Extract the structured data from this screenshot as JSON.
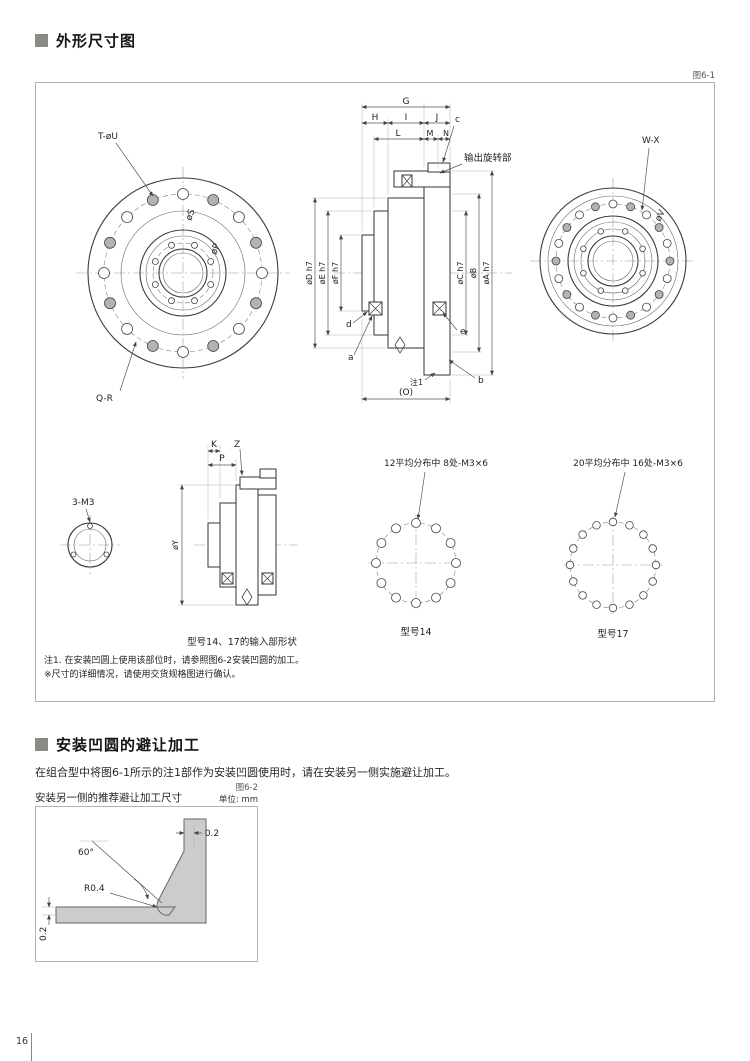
{
  "page": {
    "number": "16"
  },
  "sec1": {
    "title": "外形尺寸图",
    "fig_tag": "图6-1",
    "left_view": {
      "tu": "T-øU",
      "s": "øS",
      "p": "øP",
      "qr": "Q-R"
    },
    "section_view": {
      "g": "G",
      "h": "H",
      "i": "I",
      "j": "J",
      "l": "L",
      "m": "M",
      "n": "N",
      "c": "c",
      "output": "输出旋转部",
      "dD": "øD h7",
      "dE": "øE h7",
      "dF": "øF h7",
      "dC": "øC h7",
      "dB": "øB",
      "dA": "øA h7",
      "a": "a",
      "b": "b",
      "d": "d",
      "e": "e",
      "note1": "注1",
      "o": "(O)"
    },
    "right_view": {
      "wx": "W-X",
      "v": "øV"
    },
    "input_view": {
      "m3": "3-M3",
      "k": "K",
      "z": "Z",
      "p": "P",
      "y": "øY",
      "caption": "型号14、17的输入部形状"
    },
    "bolt14": {
      "label": "12平均分布中  8处-M3×6",
      "caption": "型号14"
    },
    "bolt17": {
      "label": "20平均分布中  16处-M3×6",
      "caption": "型号17"
    },
    "note_a": "注1. 在安装凹圆上使用该部位时，请参照图6-2安装凹圆的加工。",
    "note_b": "※尺寸的详细情况，请使用交货规格图进行确认。"
  },
  "sec2": {
    "title": "安装凹圆的避让加工",
    "body": "在组合型中将图6-1所示的注1部作为安装凹圆使用时，请在安装另一侧实施避让加工。",
    "sub": "安装另一侧的推荐避让加工尺寸",
    "fig_tag": "图6-2",
    "unit": "单位: mm",
    "deg": "60°",
    "r": "R0.4",
    "t_top": "0.2",
    "t_left": "0.2"
  }
}
